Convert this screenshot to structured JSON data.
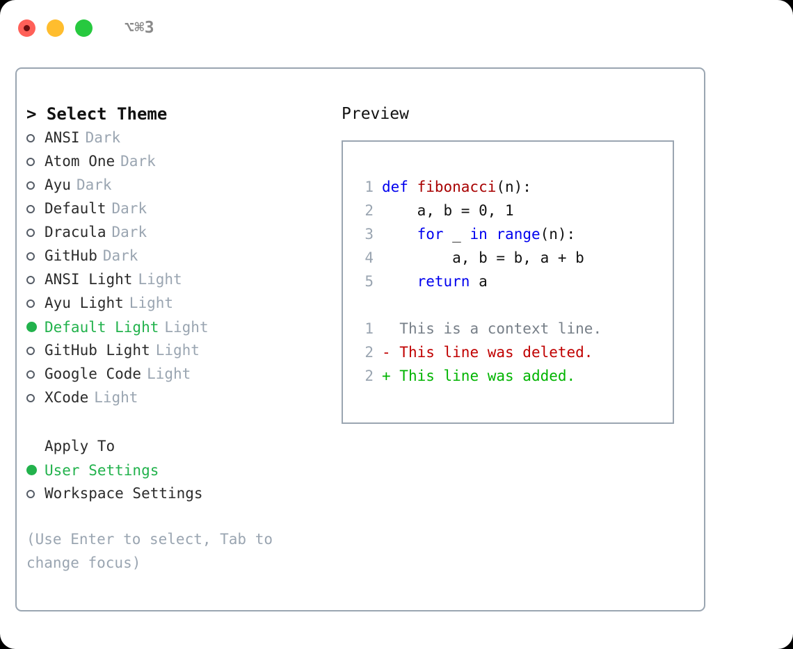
{
  "titlebar": {
    "shortcut": "⌥⌘3",
    "lights": [
      {
        "name": "close-button",
        "color": "#ff6058"
      },
      {
        "name": "minimize-button",
        "color": "#ffbd2e"
      },
      {
        "name": "maximize-button",
        "color": "#27c93f"
      }
    ]
  },
  "theme_list": {
    "header": "> Select Theme",
    "items": [
      {
        "label": "ANSI",
        "variant": "Dark",
        "selected": false
      },
      {
        "label": "Atom One",
        "variant": "Dark",
        "selected": false
      },
      {
        "label": "Ayu",
        "variant": "Dark",
        "selected": false
      },
      {
        "label": "Default",
        "variant": "Dark",
        "selected": false
      },
      {
        "label": "Dracula",
        "variant": "Dark",
        "selected": false
      },
      {
        "label": "GitHub",
        "variant": "Dark",
        "selected": false
      },
      {
        "label": "ANSI Light",
        "variant": "Light",
        "selected": false
      },
      {
        "label": "Ayu Light",
        "variant": "Light",
        "selected": false
      },
      {
        "label": "Default Light",
        "variant": "Light",
        "selected": true
      },
      {
        "label": "GitHub Light",
        "variant": "Light",
        "selected": false
      },
      {
        "label": "Google Code",
        "variant": "Light",
        "selected": false
      },
      {
        "label": "XCode",
        "variant": "Light",
        "selected": false
      }
    ]
  },
  "apply_to": {
    "title": "Apply To",
    "items": [
      {
        "label": "User Settings",
        "selected": true
      },
      {
        "label": "Workspace Settings",
        "selected": false
      }
    ]
  },
  "hint": "(Use Enter to select, Tab to change focus)",
  "preview": {
    "title": "Preview",
    "code_lines": [
      {
        "number": "1",
        "tokens": [
          {
            "text": "def ",
            "type": "kw"
          },
          {
            "text": "fibonacci",
            "type": "fn"
          },
          {
            "text": "(n):",
            "type": "plain"
          }
        ]
      },
      {
        "number": "2",
        "tokens": [
          {
            "text": "    a, b = 0, 1",
            "type": "plain"
          }
        ]
      },
      {
        "number": "3",
        "tokens": [
          {
            "text": "    ",
            "type": "plain"
          },
          {
            "text": "for",
            "type": "kw"
          },
          {
            "text": " _ ",
            "type": "plain"
          },
          {
            "text": "in",
            "type": "kw"
          },
          {
            "text": " ",
            "type": "plain"
          },
          {
            "text": "range",
            "type": "kw"
          },
          {
            "text": "(n):",
            "type": "plain"
          }
        ]
      },
      {
        "number": "4",
        "tokens": [
          {
            "text": "        a, b = b, a + b",
            "type": "plain"
          }
        ]
      },
      {
        "number": "5",
        "tokens": [
          {
            "text": "    ",
            "type": "plain"
          },
          {
            "text": "return",
            "type": "kw"
          },
          {
            "text": " a",
            "type": "plain"
          }
        ]
      }
    ],
    "diff_lines": [
      {
        "number": "1",
        "marker": " ",
        "text": " This is a context line.",
        "type": "context"
      },
      {
        "number": "2",
        "marker": "-",
        "text": " This line was deleted.",
        "type": "deleted"
      },
      {
        "number": "2",
        "marker": "+",
        "text": " This line was added.",
        "type": "added"
      }
    ]
  },
  "colors": {
    "accent_green": "#22b24c",
    "muted": "#9aa5b1",
    "keyword": "#0000ee",
    "function": "#a80000",
    "diff_deleted": "#c00000",
    "diff_added": "#00b400",
    "border": "#9aa5b1"
  }
}
